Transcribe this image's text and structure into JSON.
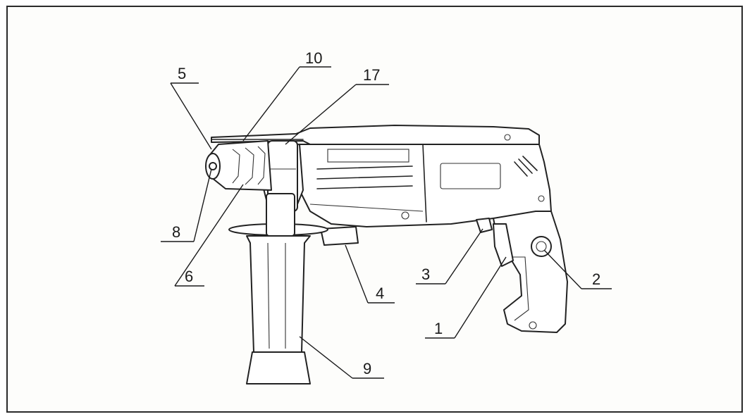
{
  "diagram": {
    "callouts": [
      {
        "id": "c10",
        "label": "10"
      },
      {
        "id": "c17",
        "label": "17"
      },
      {
        "id": "c5",
        "label": "5"
      },
      {
        "id": "c8",
        "label": "8"
      },
      {
        "id": "c6",
        "label": "6"
      },
      {
        "id": "c4",
        "label": "4"
      },
      {
        "id": "c3",
        "label": "3"
      },
      {
        "id": "c2",
        "label": "2"
      },
      {
        "id": "c1",
        "label": "1"
      },
      {
        "id": "c9",
        "label": "9"
      }
    ]
  }
}
